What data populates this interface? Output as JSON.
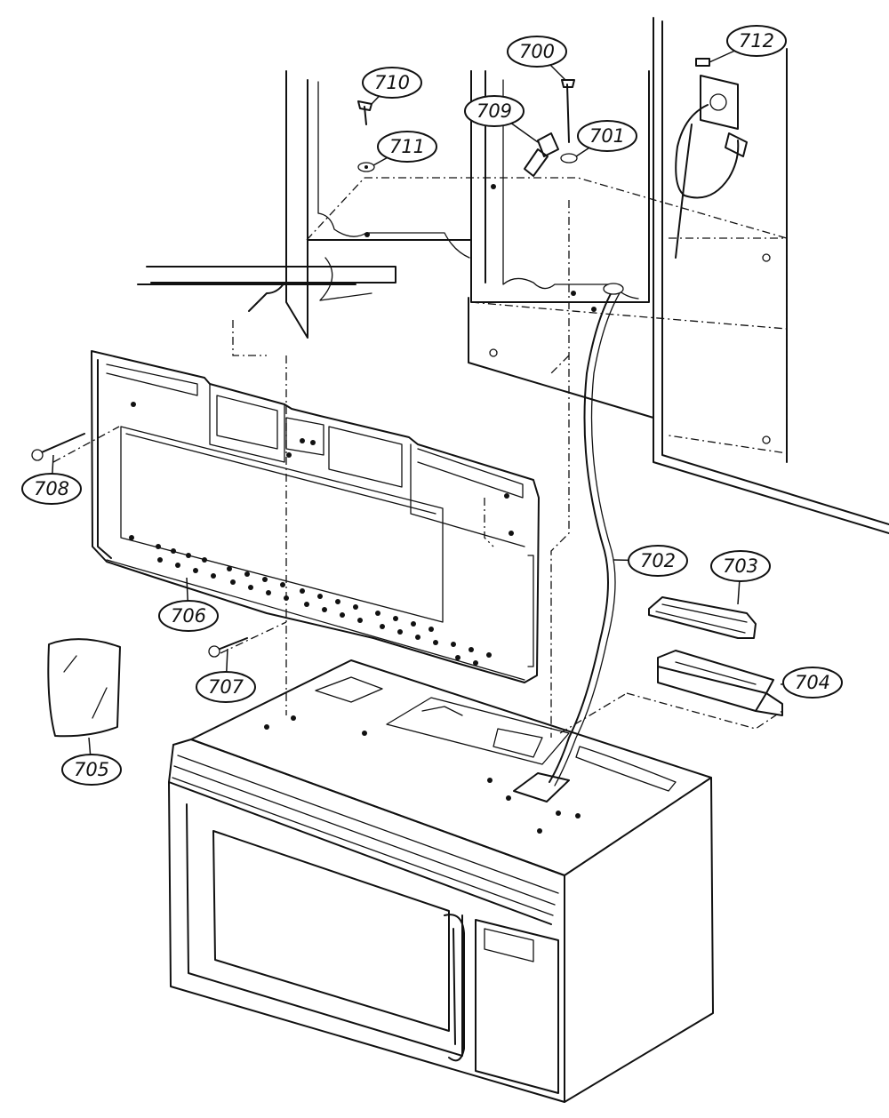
{
  "diagram": {
    "callouts": [
      {
        "id": "700",
        "label": "700"
      },
      {
        "id": "701",
        "label": "701"
      },
      {
        "id": "702",
        "label": "702"
      },
      {
        "id": "703",
        "label": "703"
      },
      {
        "id": "704",
        "label": "704"
      },
      {
        "id": "705",
        "label": "705"
      },
      {
        "id": "706",
        "label": "706"
      },
      {
        "id": "707",
        "label": "707"
      },
      {
        "id": "708",
        "label": "708"
      },
      {
        "id": "709",
        "label": "709"
      },
      {
        "id": "710",
        "label": "710"
      },
      {
        "id": "711",
        "label": "711"
      },
      {
        "id": "712",
        "label": "712"
      }
    ]
  }
}
